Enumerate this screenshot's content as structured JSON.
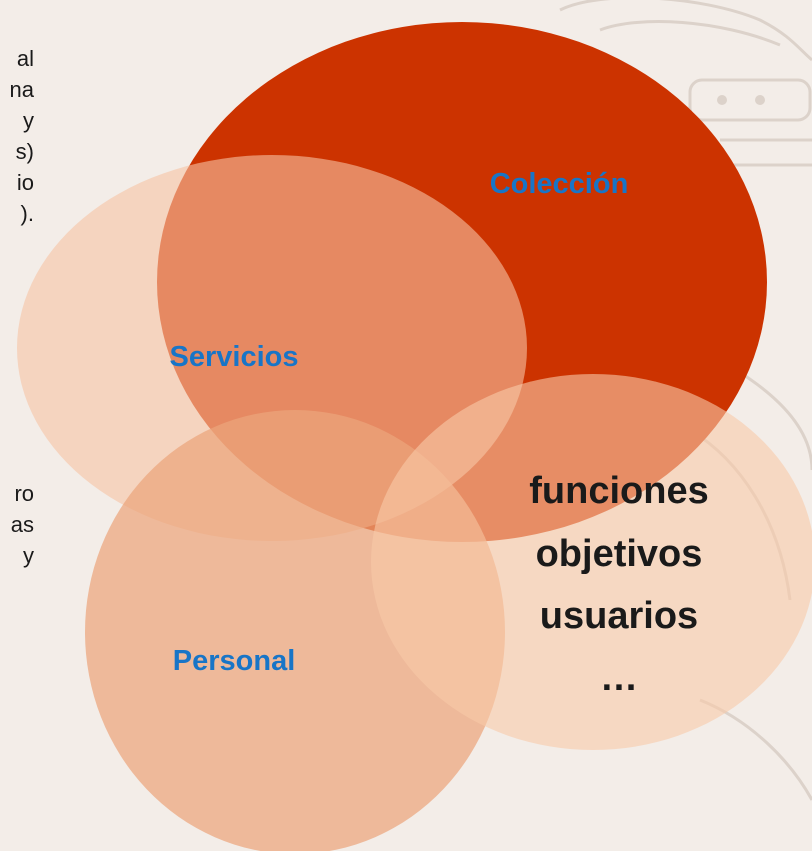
{
  "left_text_fragments": [
    "al",
    "na",
    "y",
    "s)",
    "io",
    ").",
    "ro",
    "as",
    "y"
  ],
  "diagram": {
    "circles": [
      {
        "id": "coleccion",
        "label": "Colección",
        "color": "#cc3300"
      },
      {
        "id": "servicios",
        "label": "Servicios",
        "color": "#f6c3a3"
      },
      {
        "id": "personal",
        "label": "Personal",
        "color": "#eba57b"
      },
      {
        "id": "funciones",
        "color": "#f8c9a9"
      }
    ],
    "center_lines": [
      "funciones",
      "objetivos",
      "usuarios",
      "…"
    ]
  },
  "colors": {
    "background": "#f3ede8",
    "label_blue": "#1875c7",
    "center_text": "#1a1a1a"
  }
}
